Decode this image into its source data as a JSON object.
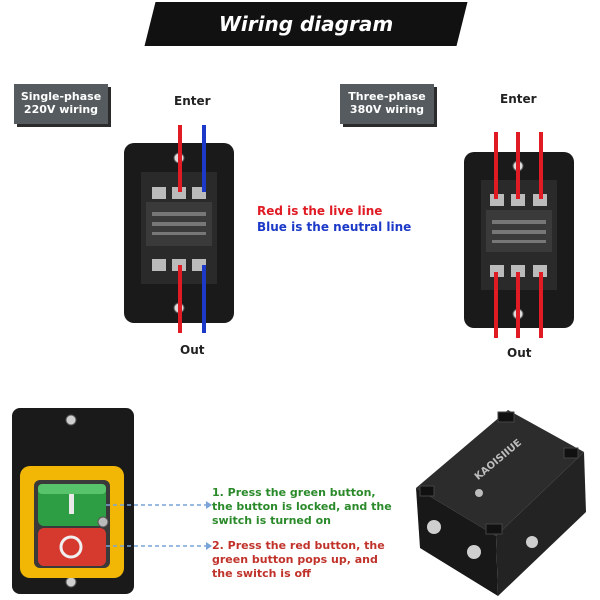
{
  "title": "Wiring diagram",
  "single_phase": {
    "tag_line1": "Single-phase",
    "tag_line2": "220V wiring",
    "enter": "Enter",
    "out": "Out"
  },
  "three_phase": {
    "tag_line1": "Three-phase",
    "tag_line2": "380V wiring",
    "enter": "Enter",
    "out": "Out"
  },
  "legend": {
    "red": "Red is the live line",
    "blue": "Blue is the neutral line"
  },
  "steps": {
    "green": {
      "line1": "1. Press the green button,",
      "line2": "the button is locked, and the",
      "line3": "switch is turned on"
    },
    "red": {
      "line1": "2. Press the red button, the",
      "line2": "green button pops up, and",
      "line3": "the switch is off"
    }
  },
  "box_brand": "KAOISIIUE",
  "colors": {
    "live": "#e01b24",
    "neutral": "#1c39c8",
    "green_text": "#2a8a2a",
    "red_text": "#c0322a",
    "tag_bg": "#555b5e",
    "housing": "#1a1a1a",
    "yellow_frame": "#f2b705",
    "green_button": "#2e9e45",
    "red_button": "#d63a2f"
  },
  "icons": [
    "switch-housing-icon",
    "terminal-block-icon",
    "push-button-switch-icon",
    "junction-box-icon",
    "dashed-arrow-icon"
  ]
}
